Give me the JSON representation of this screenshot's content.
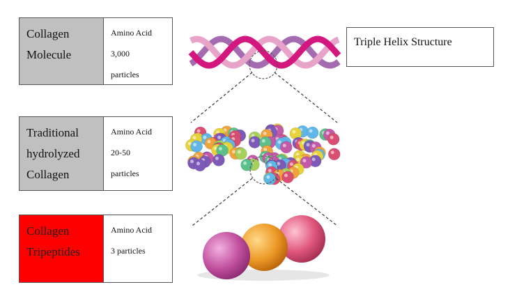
{
  "rows": [
    {
      "label_lines": [
        "Collagen",
        "Molecule"
      ],
      "info_lines": [
        "Amino Acid",
        "3,000",
        "particles"
      ]
    },
    {
      "label_lines": [
        "Traditional",
        "hydrolyzed",
        "Collagen"
      ],
      "info_lines": [
        "Amino Acid",
        "20-50",
        "particles"
      ]
    },
    {
      "label_lines": [
        "Collagen",
        "Tripeptides"
      ],
      "info_lines": [
        "Amino Acid",
        "3 particles"
      ]
    }
  ],
  "callout": {
    "text": "Triple Helix Structure"
  },
  "colors": {
    "label_gray": "#c0c0c0",
    "label_red": "#ff0000",
    "helix_magenta": "#d4177f",
    "helix_pink": "#e8a3c9",
    "helix_purple": "#a46bb0"
  },
  "illustrations": [
    "triple-helix-icon",
    "amino-acid-cluster-icon",
    "tripeptide-spheres-icon"
  ]
}
